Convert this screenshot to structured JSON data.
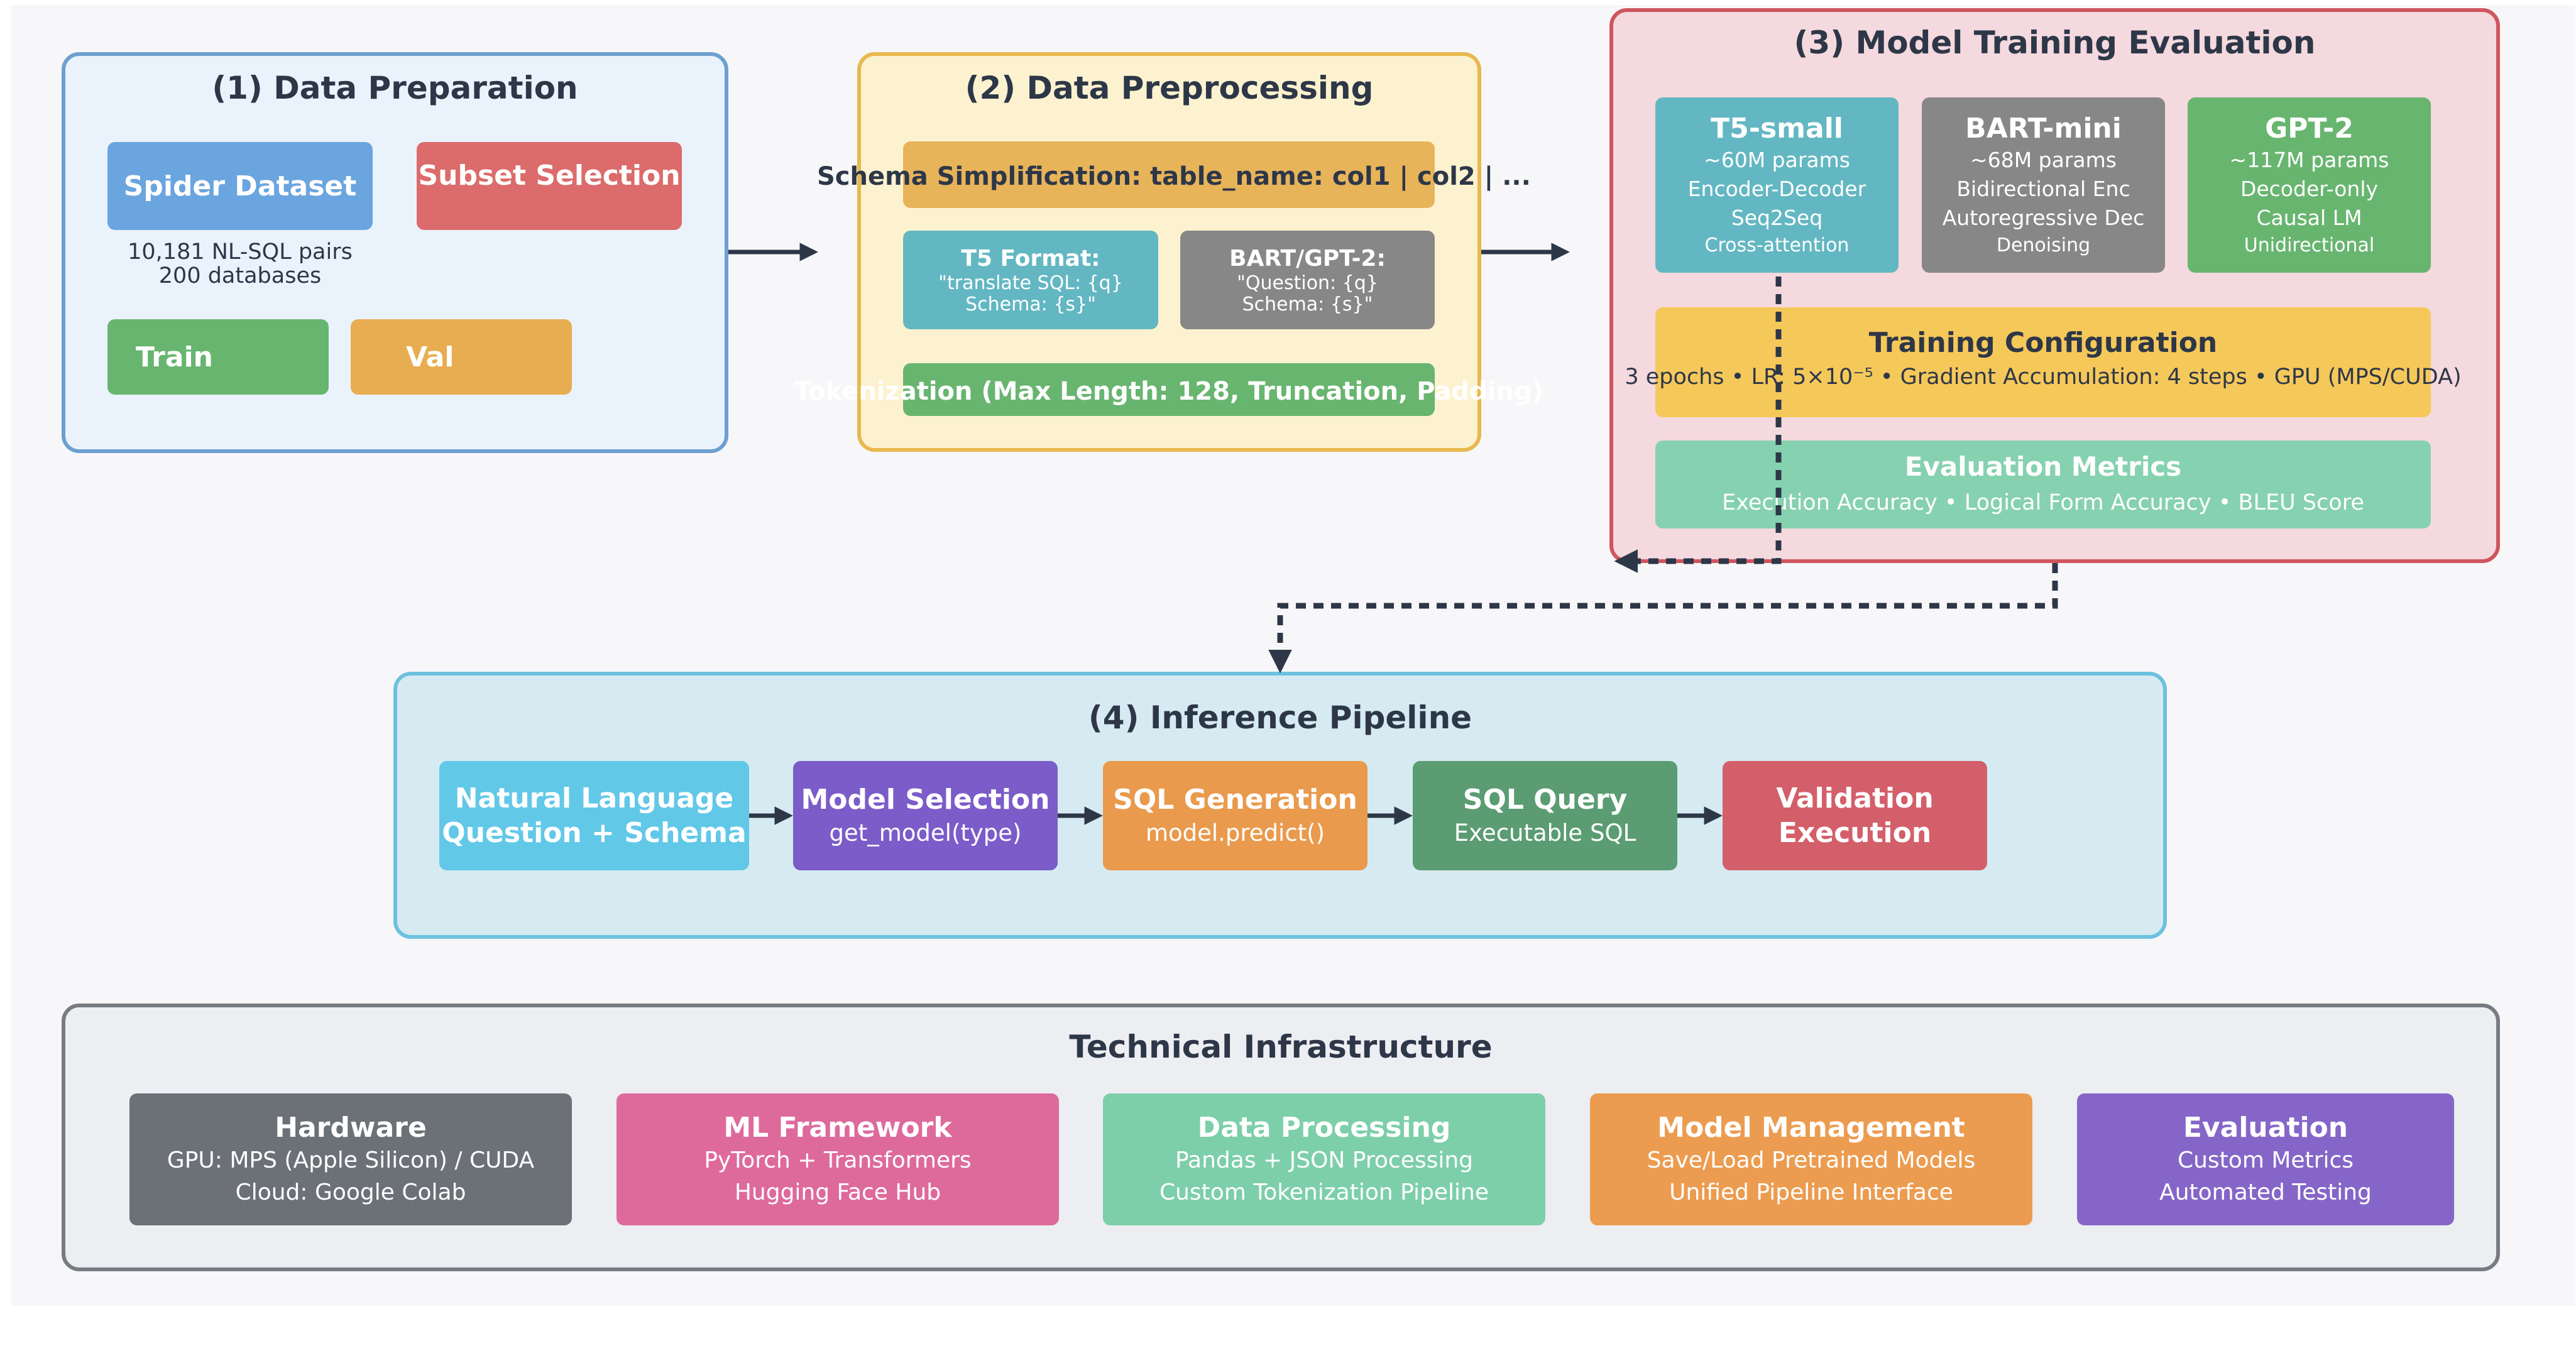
{
  "colors": {
    "blue": "#6aa5df",
    "red": "#dc6b6b",
    "green": "#68b570",
    "orange": "#e8ad50",
    "teal": "#63b7c2",
    "gray": "#878787",
    "lightgreen": "#86d1b0",
    "yellow": "#f5c85a",
    "purple": "#7b5cc9",
    "darkgray": "#6c7077",
    "pink": "#de6a9c",
    "sqlgreen": "#5b9c73",
    "cyan": "#62c8e8",
    "brandorange": "#e99a4d"
  },
  "prep": {
    "title": "(1) Data Preparation",
    "spider": "Spider Dataset",
    "subset": "Subset Selection",
    "stats": [
      "10,181 NL-SQL pairs",
      "200 databases"
    ],
    "train": "Train",
    "val": "Val"
  },
  "preproc": {
    "title": "(2) Data Preprocessing",
    "schema": "Schema Simplification: table_name: col1 | col2 | ...",
    "t5": {
      "title": "T5 Format:",
      "lines": [
        "\"translate SQL: {q}",
        "Schema: {s}\""
      ]
    },
    "bart": {
      "title": "BART/GPT-2:",
      "lines": [
        "\"Question: {q}",
        "Schema: {s}\""
      ]
    },
    "tokenization": "Tokenization (Max Length: 128, Truncation, Padding)"
  },
  "training": {
    "title": "(3) Model Training Evaluation",
    "models": [
      {
        "name": "T5-small",
        "lines": [
          "~60M params",
          "Encoder-Decoder",
          "Seq2Seq",
          "Cross-attention"
        ]
      },
      {
        "name": "BART-mini",
        "lines": [
          "~68M params",
          "Bidirectional Enc",
          "Autoregressive Dec",
          "Denoising"
        ]
      },
      {
        "name": "GPT-2",
        "lines": [
          "~117M params",
          "Decoder-only",
          "Causal LM",
          "Unidirectional"
        ]
      }
    ],
    "config": {
      "title": "Training Configuration",
      "detail": "3 epochs • LR: 5×10⁻⁵ • Gradient Accumulation: 4 steps • GPU (MPS/CUDA)"
    },
    "metrics": {
      "title": "Evaluation Metrics",
      "detail": "Execution Accuracy • Logical Form Accuracy • BLEU Score"
    }
  },
  "inference": {
    "title": "(4) Inference Pipeline",
    "steps": [
      {
        "title": [
          "Natural Language",
          "Question + Schema"
        ],
        "sub": ""
      },
      {
        "title": [
          "Model Selection"
        ],
        "sub": "get_model(type)"
      },
      {
        "title": [
          "SQL Generation"
        ],
        "sub": "model.predict()"
      },
      {
        "title": [
          "SQL Query"
        ],
        "sub": "Executable SQL"
      },
      {
        "title": [
          "Validation",
          "Execution"
        ],
        "sub": ""
      }
    ]
  },
  "infra": {
    "title": "Technical Infrastructure",
    "items": [
      {
        "title": "Hardware",
        "lines": [
          "GPU: MPS (Apple Silicon) / CUDA",
          "Cloud: Google Colab"
        ]
      },
      {
        "title": "ML Framework",
        "lines": [
          "PyTorch + Transformers",
          "Hugging Face Hub"
        ]
      },
      {
        "title": "Data Processing",
        "lines": [
          "Pandas + JSON Processing",
          "Custom Tokenization Pipeline"
        ]
      },
      {
        "title": "Model Management",
        "lines": [
          "Save/Load Pretrained Models",
          "Unified Pipeline Interface"
        ]
      },
      {
        "title": "Evaluation",
        "lines": [
          "Custom Metrics",
          "Automated Testing"
        ]
      }
    ]
  }
}
